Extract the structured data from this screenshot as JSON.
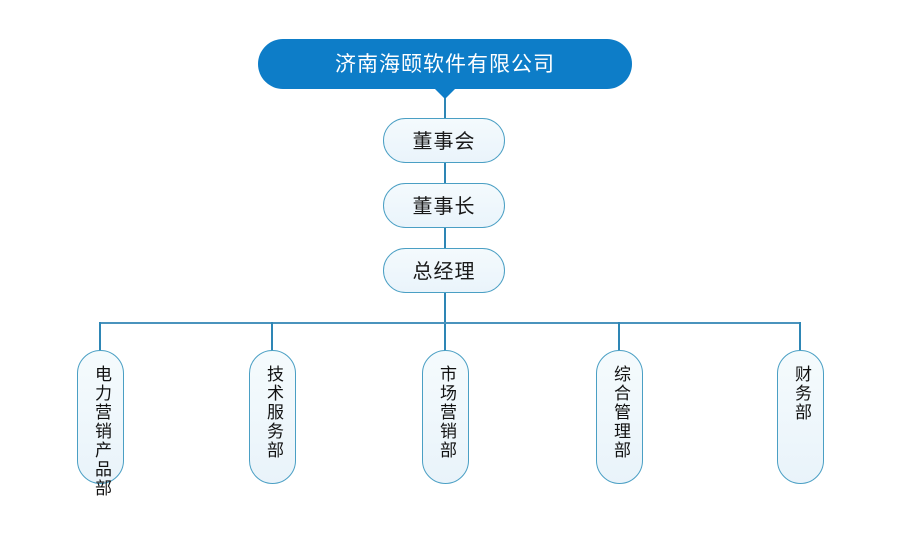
{
  "chart": {
    "type": "org-chart",
    "title": "济南海颐软件有限公司组织结构图",
    "colors": {
      "root_fill": "#0d7dc8",
      "root_text": "#ffffff",
      "node_border": "#4a9fc4",
      "node_fill": "#eef6fc",
      "connector": "#4a93bd",
      "background": "#ffffff"
    },
    "root": {
      "label": "济南海颐软件有限公司",
      "level": 0
    },
    "chain": [
      {
        "label": "董事会",
        "level": 1
      },
      {
        "label": "董事长",
        "level": 2
      },
      {
        "label": "总经理",
        "level": 3
      }
    ],
    "departments": [
      {
        "label": "电力营销产品部",
        "level": 4
      },
      {
        "label": "技术服务部",
        "level": 4
      },
      {
        "label": "市场营销部",
        "level": 4
      },
      {
        "label": "综合管理部",
        "level": 4
      },
      {
        "label": "财务部",
        "level": 4
      }
    ]
  }
}
